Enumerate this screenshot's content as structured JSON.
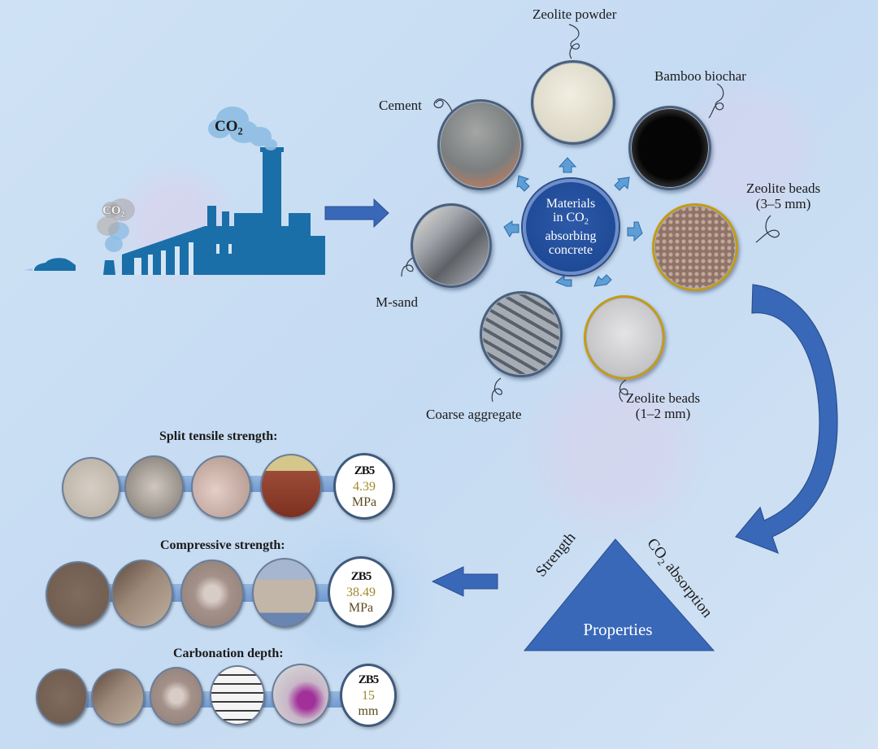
{
  "emission_source": {
    "factory_label": "CO",
    "factory_label_sub": "2",
    "chimney_small_label": "CO",
    "chimney_small_label_sub": "2",
    "colors": {
      "factory": "#1a6fa8",
      "smoke_light": "#8ebde3",
      "smoke_gray": "#9a9a9a"
    }
  },
  "materials_hub": {
    "line1": "Materials",
    "line2": "in CO",
    "line2_sub": "2",
    "line3": "absorbing",
    "line4": "concrete",
    "color": "#1f4a97"
  },
  "materials": [
    {
      "name": "Zeolite powder",
      "photo_color": "#e8e4d6"
    },
    {
      "name": "Bamboo biochar",
      "photo_color": "#0e0e0e"
    },
    {
      "name": "Zeolite beads",
      "size": "(3–5 mm)",
      "photo_color": "#bfa59a"
    },
    {
      "name": "Zeolite beads",
      "size": "(1–2 mm)",
      "photo_color": "#cfcfd1"
    },
    {
      "name": "Coarse aggregate",
      "photo_color": "#7f8690"
    },
    {
      "name": "M-sand",
      "photo_color": "#a5a8ad"
    },
    {
      "name": "Cement",
      "photo_color": "#8d9090"
    }
  ],
  "properties": {
    "triangle_label": "Properties",
    "left_side": "Strength",
    "right_side_prefix": "CO",
    "right_side_sub": "2",
    "right_side_suffix": " absorption",
    "color": "#3a68b8"
  },
  "tests": [
    {
      "title": "Split tensile strength:",
      "mix": "ZB5",
      "value": "4.39",
      "unit": "MPa",
      "photo_colors": [
        "#c9c0b6",
        "#bdb3aa",
        "#c4aea5",
        "#9a4a36"
      ]
    },
    {
      "title": "Compressive strength:",
      "mix": "ZB5",
      "value": "38.49",
      "unit": "MPa",
      "photo_colors": [
        "#7e6a5c",
        "#8a7565",
        "#b4a49b",
        "#9eaecb"
      ]
    },
    {
      "title": "Carbonation depth:",
      "mix": "ZB5",
      "value": "15",
      "unit": "mm",
      "photo_colors": [
        "#7e6a5c",
        "#8a7565",
        "#b4a49b",
        "#dcdcdc",
        "#b9a6c2"
      ]
    }
  ]
}
